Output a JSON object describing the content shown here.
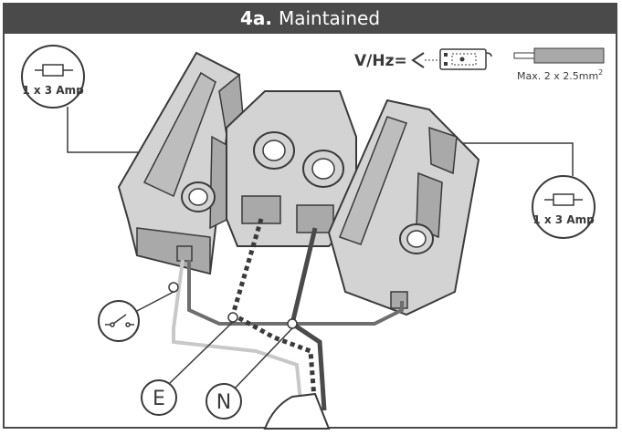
{
  "header": {
    "number": "4a.",
    "title": "Maintained"
  },
  "legend": {
    "vhz_label": "V/Hz=",
    "cable_spec": "Max. 2 x 2.5mm",
    "cable_spec_superscript": "2"
  },
  "fuse_left": {
    "label": "1 x 3 Amp"
  },
  "fuse_right": {
    "label": "1 x 3 Amp"
  },
  "terminals": {
    "earth": "E",
    "neutral": "N"
  },
  "colors": {
    "header_bg": "#4a4a4a",
    "block_fill": "#d3d3d3",
    "block_dark": "#a9a9a9",
    "outline": "#3a3a3a",
    "wire_live": "#6e6e6e",
    "wire_light": "#c8c8c8"
  }
}
